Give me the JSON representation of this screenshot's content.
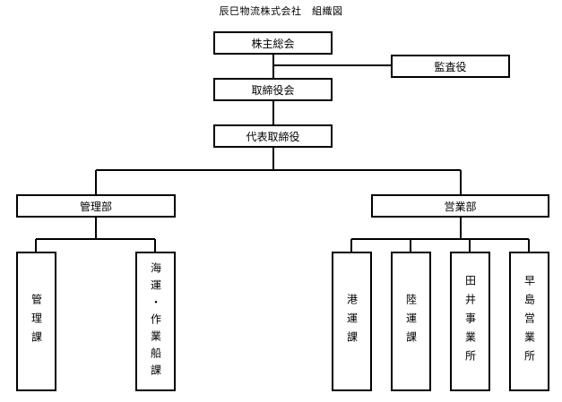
{
  "title": "辰巳物流株式会社　組織図",
  "nodes": {
    "shareholders": "株主総会",
    "auditor": "監査役",
    "board": "取締役会",
    "ceo": "代表取締役",
    "admin_dept": "管理部",
    "sales_dept": "営業部",
    "admin_section": "管理課",
    "shipping_section": "海運・作業船課",
    "port_section": "港運課",
    "land_section": "陸運課",
    "tanai_office": "田井事業所",
    "hayashima_office": "早島営業所"
  }
}
